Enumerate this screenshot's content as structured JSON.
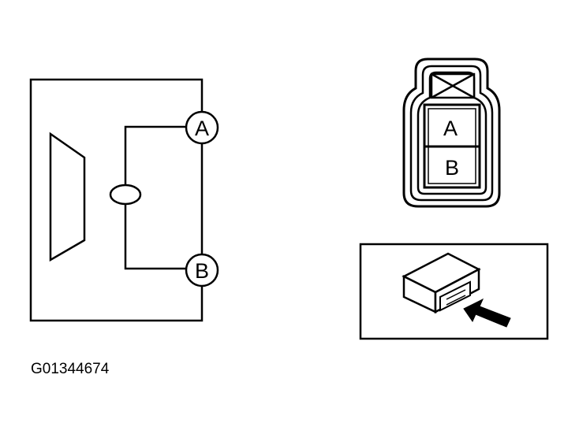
{
  "schematic": {
    "pin_a_label": "A",
    "pin_b_label": "B"
  },
  "connector_face": {
    "cavity_1_label": "A",
    "cavity_2_label": "B"
  },
  "figure": {
    "id": "G01344674"
  }
}
